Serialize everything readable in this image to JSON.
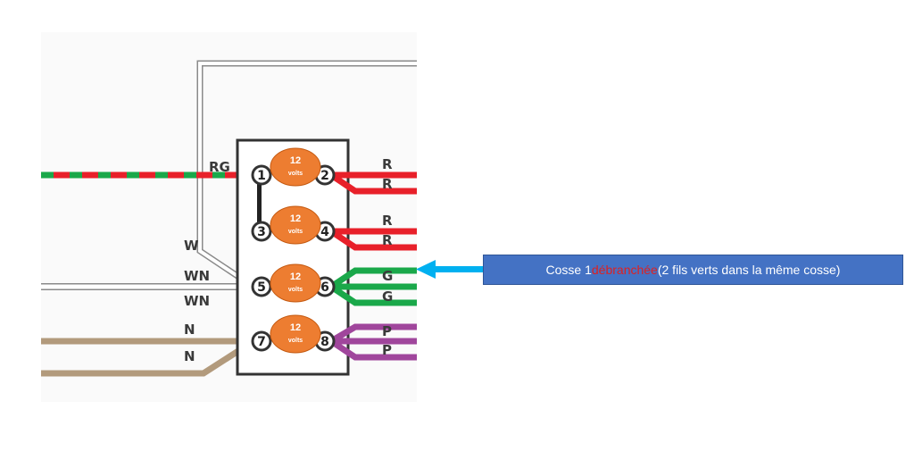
{
  "terminals": [
    "1",
    "2",
    "3",
    "4",
    "5",
    "6",
    "7",
    "8"
  ],
  "wire_labels_left": {
    "rg": "RG",
    "w": "W",
    "wn1": "WN",
    "wn2": "WN",
    "n1": "N",
    "n2": "N"
  },
  "wire_labels_right": {
    "r1": "R",
    "r2": "R",
    "r3": "R",
    "r4": "R",
    "g1": "G",
    "g2": "G",
    "p1": "P",
    "p2": "P"
  },
  "voltage_badges": [
    {
      "value": "12",
      "unit": "volts"
    },
    {
      "value": "12",
      "unit": "volts"
    },
    {
      "value": "12",
      "unit": "volts"
    },
    {
      "value": "12",
      "unit": "volts"
    }
  ],
  "callout": {
    "part1": "Cosse 1 ",
    "part2": "débranchée",
    "part3": " (2 fils verts dans la même cosse)"
  },
  "colors": {
    "red_wire": "#e8202a",
    "green_wire": "#1aa84a",
    "purple_wire": "#a0469c",
    "tan_wire": "#b29a7c",
    "badge": "#ed7d31",
    "arrow": "#00b0f0",
    "callout_bg": "#4472c4",
    "callout_highlight": "#e02020"
  }
}
